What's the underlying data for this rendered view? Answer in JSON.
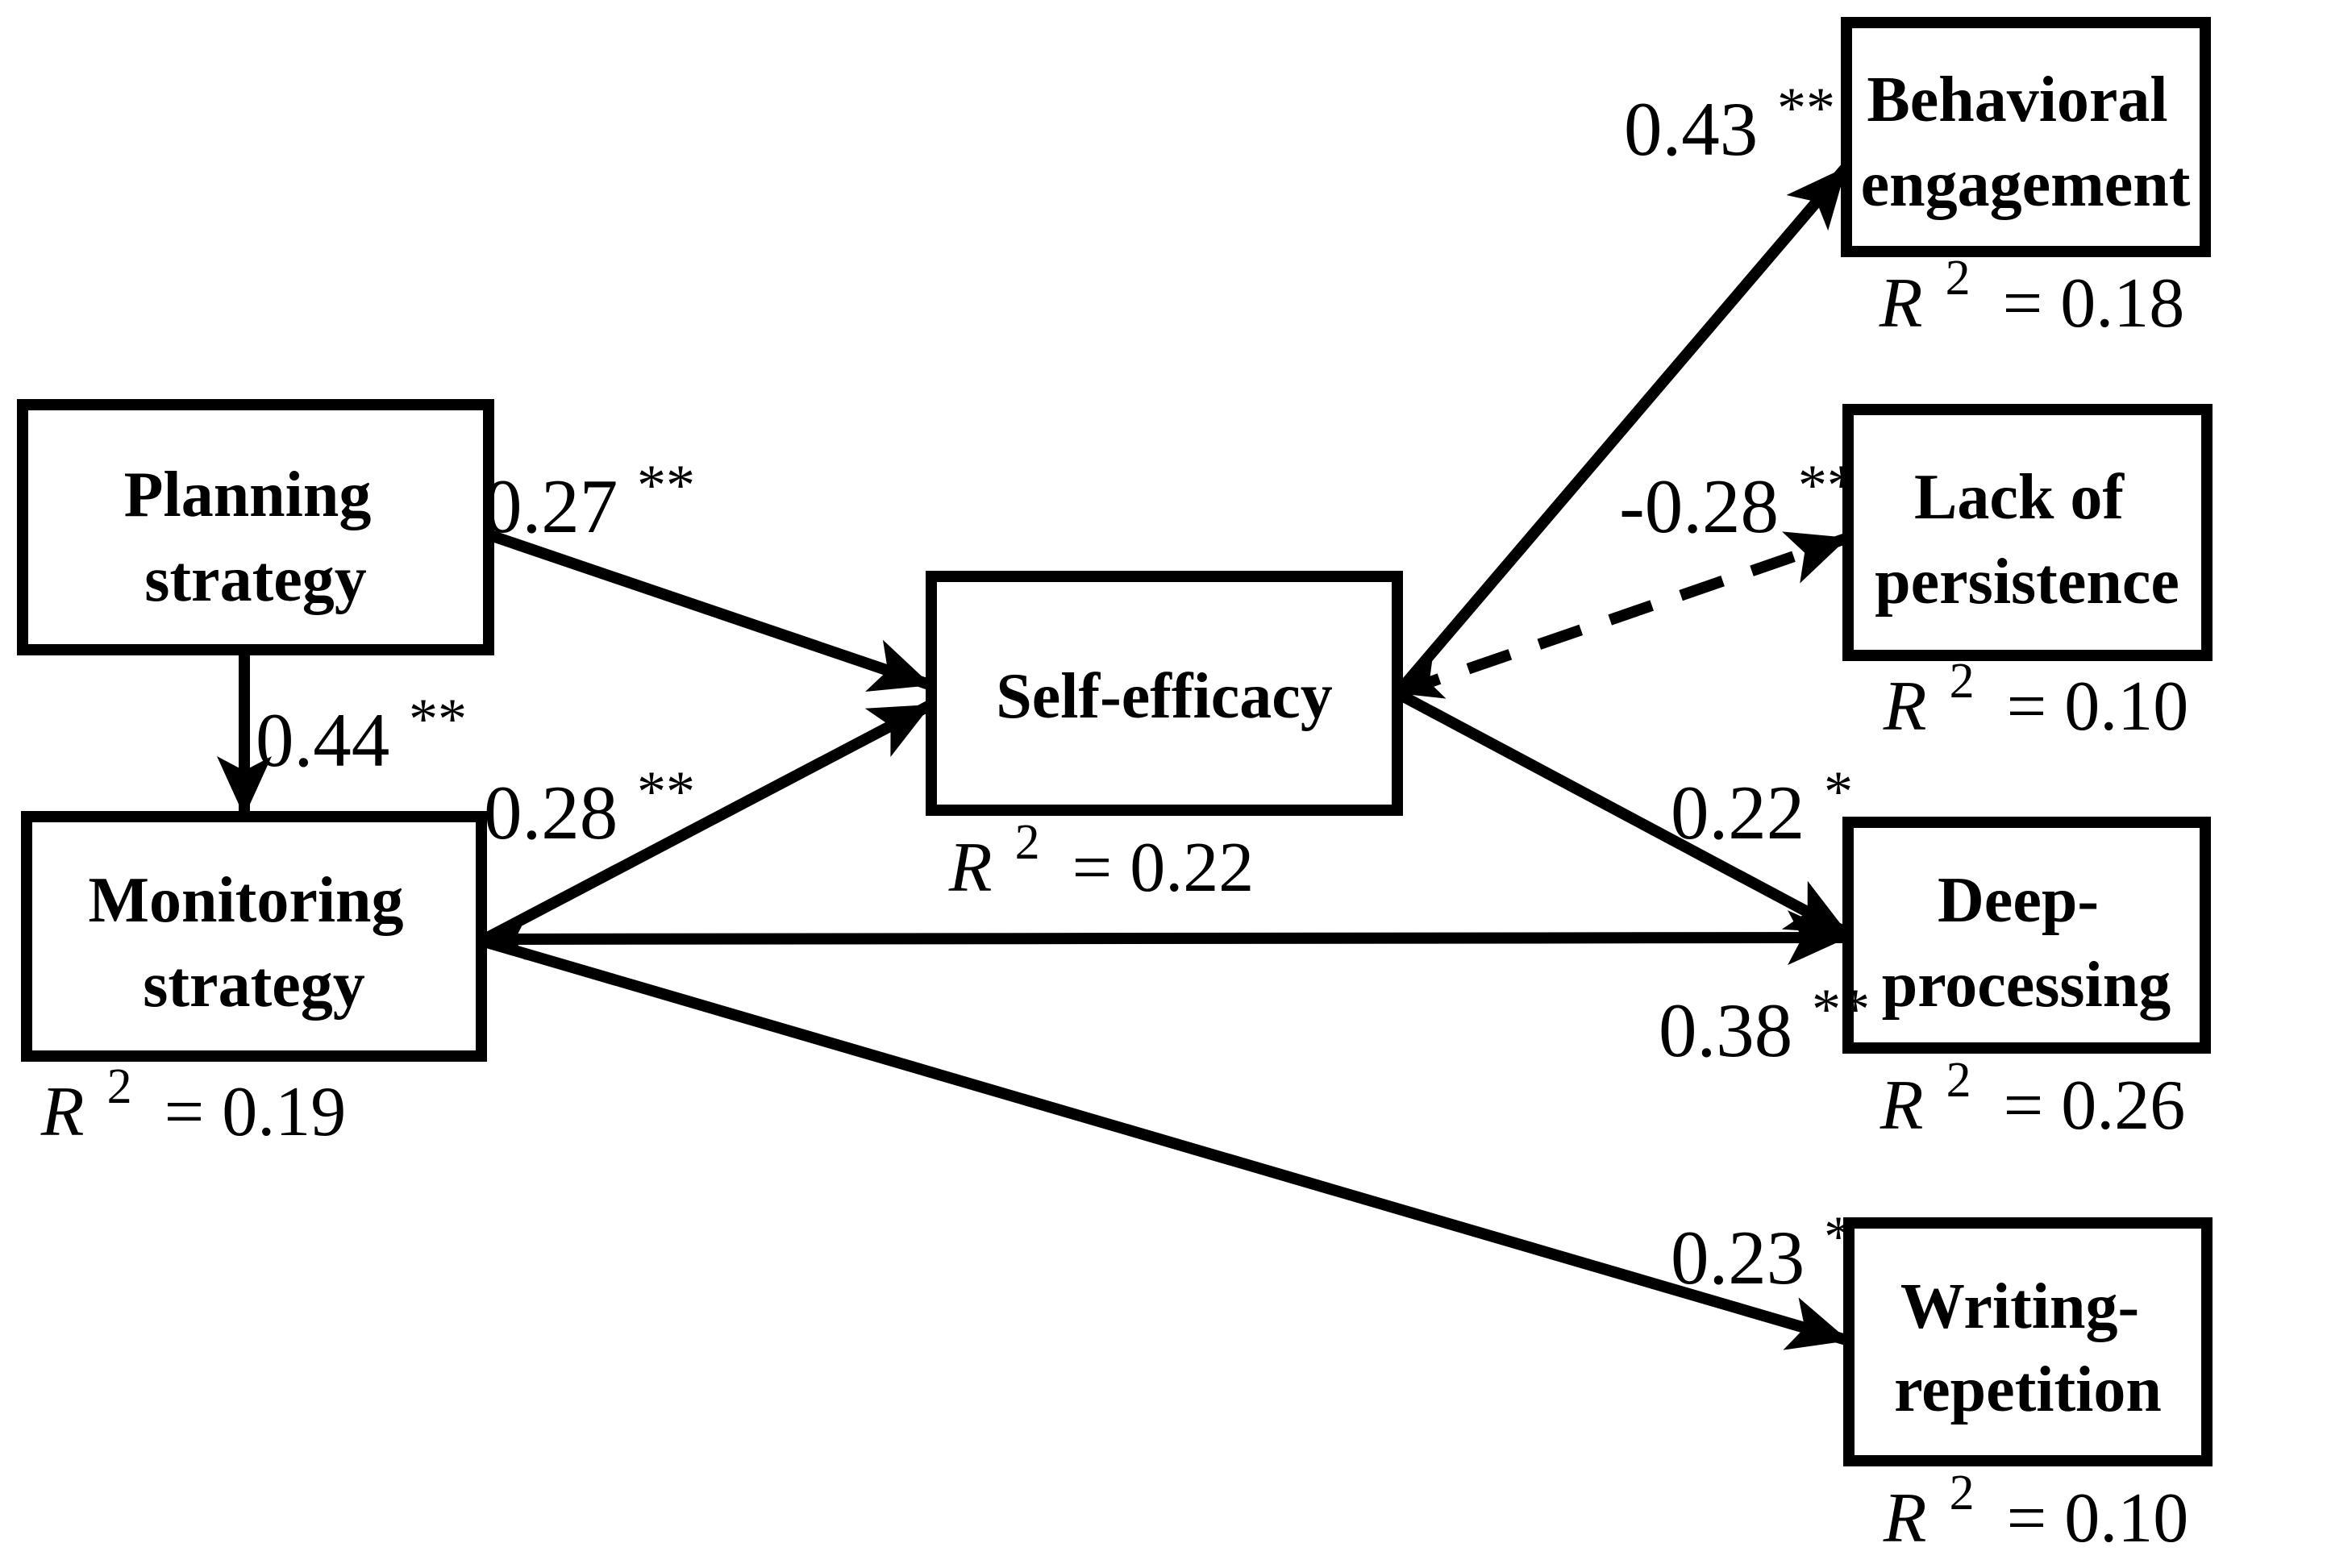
{
  "nodes": {
    "planning": {
      "line1": "Planning",
      "line2": "strategy"
    },
    "monitoring": {
      "line1": "Monitoring",
      "line2": "strategy"
    },
    "self_efficacy": {
      "line1": "Self-efficacy"
    },
    "behavioral_engagement": {
      "line1": "Behavioral",
      "line2": "engagement"
    },
    "lack_of_persistence": {
      "line1": "Lack of",
      "line2": "persistence"
    },
    "deep_processing": {
      "line1": "Deep-",
      "line2": "processing"
    },
    "writing_repetition": {
      "line1": "Writing-",
      "line2": "repetition"
    }
  },
  "r_squared": {
    "symbol": "R",
    "sup": "2",
    "monitoring": "= 0.19",
    "self_efficacy": "= 0.22",
    "behavioral_engagement": "= 0.18",
    "lack_of_persistence": "= 0.10",
    "deep_processing": "= 0.26",
    "writing_repetition": "= 0.10"
  },
  "coefficients": {
    "planning_to_self_efficacy": {
      "value": "0.27",
      "stars": "**"
    },
    "planning_to_monitoring": {
      "value": "0.44",
      "stars": "**"
    },
    "monitoring_to_self_efficacy": {
      "value": "0.28",
      "stars": "**"
    },
    "self_efficacy_to_behavioral": {
      "value": "0.43",
      "stars": "**"
    },
    "self_efficacy_to_lack": {
      "value": "-0.28",
      "stars": "**"
    },
    "self_efficacy_to_deep": {
      "value": "0.22",
      "stars": "*"
    },
    "monitoring_to_deep": {
      "value": "0.38",
      "stars": "**"
    },
    "monitoring_to_writing": {
      "value": "0.23",
      "stars": "*"
    }
  },
  "styles": {
    "line_color": "#000000",
    "box_fill": "#ffffff",
    "background": "#ffffff",
    "dashed_meaning": "negative path",
    "solid_meaning": "positive path"
  }
}
